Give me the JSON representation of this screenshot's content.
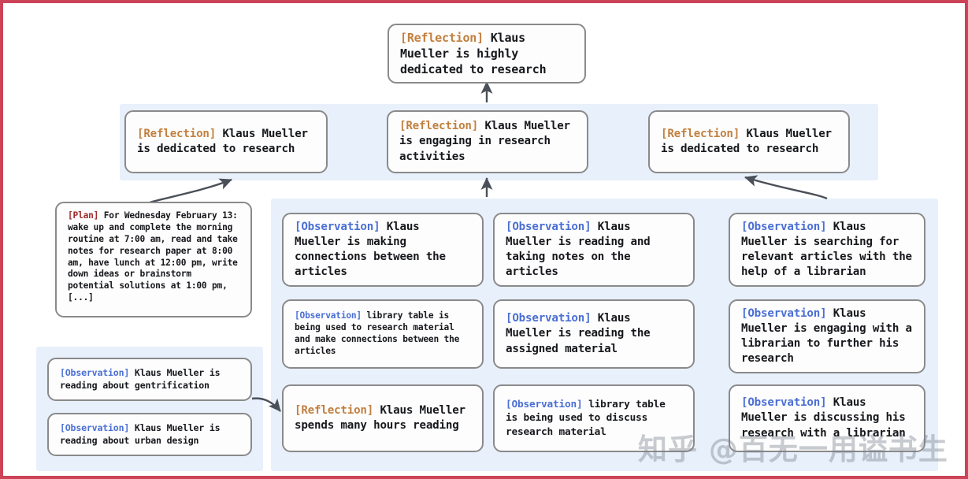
{
  "meta": {
    "watermark": "知乎 @百无一用谥书生",
    "border_color": "#cc4257",
    "panel_color": "#e8f0fb",
    "node_border_color": "#8a8a8a",
    "tag_colors": {
      "reflection": "#c2803f",
      "observation": "#4a6fd4",
      "plan": "#9e2b2b"
    }
  },
  "tags": {
    "reflection": "[Reflection]",
    "observation": "[Observation]",
    "plan": "[Plan]"
  },
  "top_node": {
    "tag": "[Reflection]",
    "text": " Klaus Mueller is highly dedicated to research"
  },
  "reflection_row": [
    {
      "tag": "[Reflection]",
      "text": " Klaus Mueller is dedicated to research"
    },
    {
      "tag": "[Reflection]",
      "text": " Klaus Mueller is engaging in research activities"
    },
    {
      "tag": "[Reflection]",
      "text": " Klaus Mueller is dedicated to research"
    }
  ],
  "plan_node": {
    "tag": "[Plan]",
    "text": " For Wednesday February 13: wake up and complete the morning routine at 7:00 am, read and take notes for research paper at 8:00 am, have lunch at 12:00 pm, write down ideas or brainstorm potential solutions at 1:00 pm, [...]"
  },
  "left_observations": [
    {
      "tag": "[Observation]",
      "text": " Klaus Mueller is reading about gentrification"
    },
    {
      "tag": "[Observation]",
      "text": " Klaus Mueller is reading about urban design"
    }
  ],
  "column_one": [
    {
      "tag": "[Observation]",
      "text": " Klaus Mueller is making connections between the articles"
    },
    {
      "tag": "[Observation]",
      "text": " library table is being used to research material and make connections between the articles"
    },
    {
      "tag": "[Reflection]",
      "text": " Klaus Mueller spends many hours reading"
    }
  ],
  "column_two": [
    {
      "tag": "[Observation]",
      "text": " Klaus Mueller is reading and taking notes on the articles"
    },
    {
      "tag": "[Observation]",
      "text": " Klaus Mueller is reading the assigned material"
    },
    {
      "tag": "[Observation]",
      "text": " library table is being used to discuss research material"
    }
  ],
  "column_three": [
    {
      "tag": "[Observation]",
      "text": " Klaus Mueller is searching for relevant articles with the help of a librarian"
    },
    {
      "tag": "[Observation]",
      "text": " Klaus Mueller is engaging with a librarian to further his research"
    },
    {
      "tag": "[Observation]",
      "text": " Klaus Mueller is discussing his research with a librarian"
    }
  ]
}
